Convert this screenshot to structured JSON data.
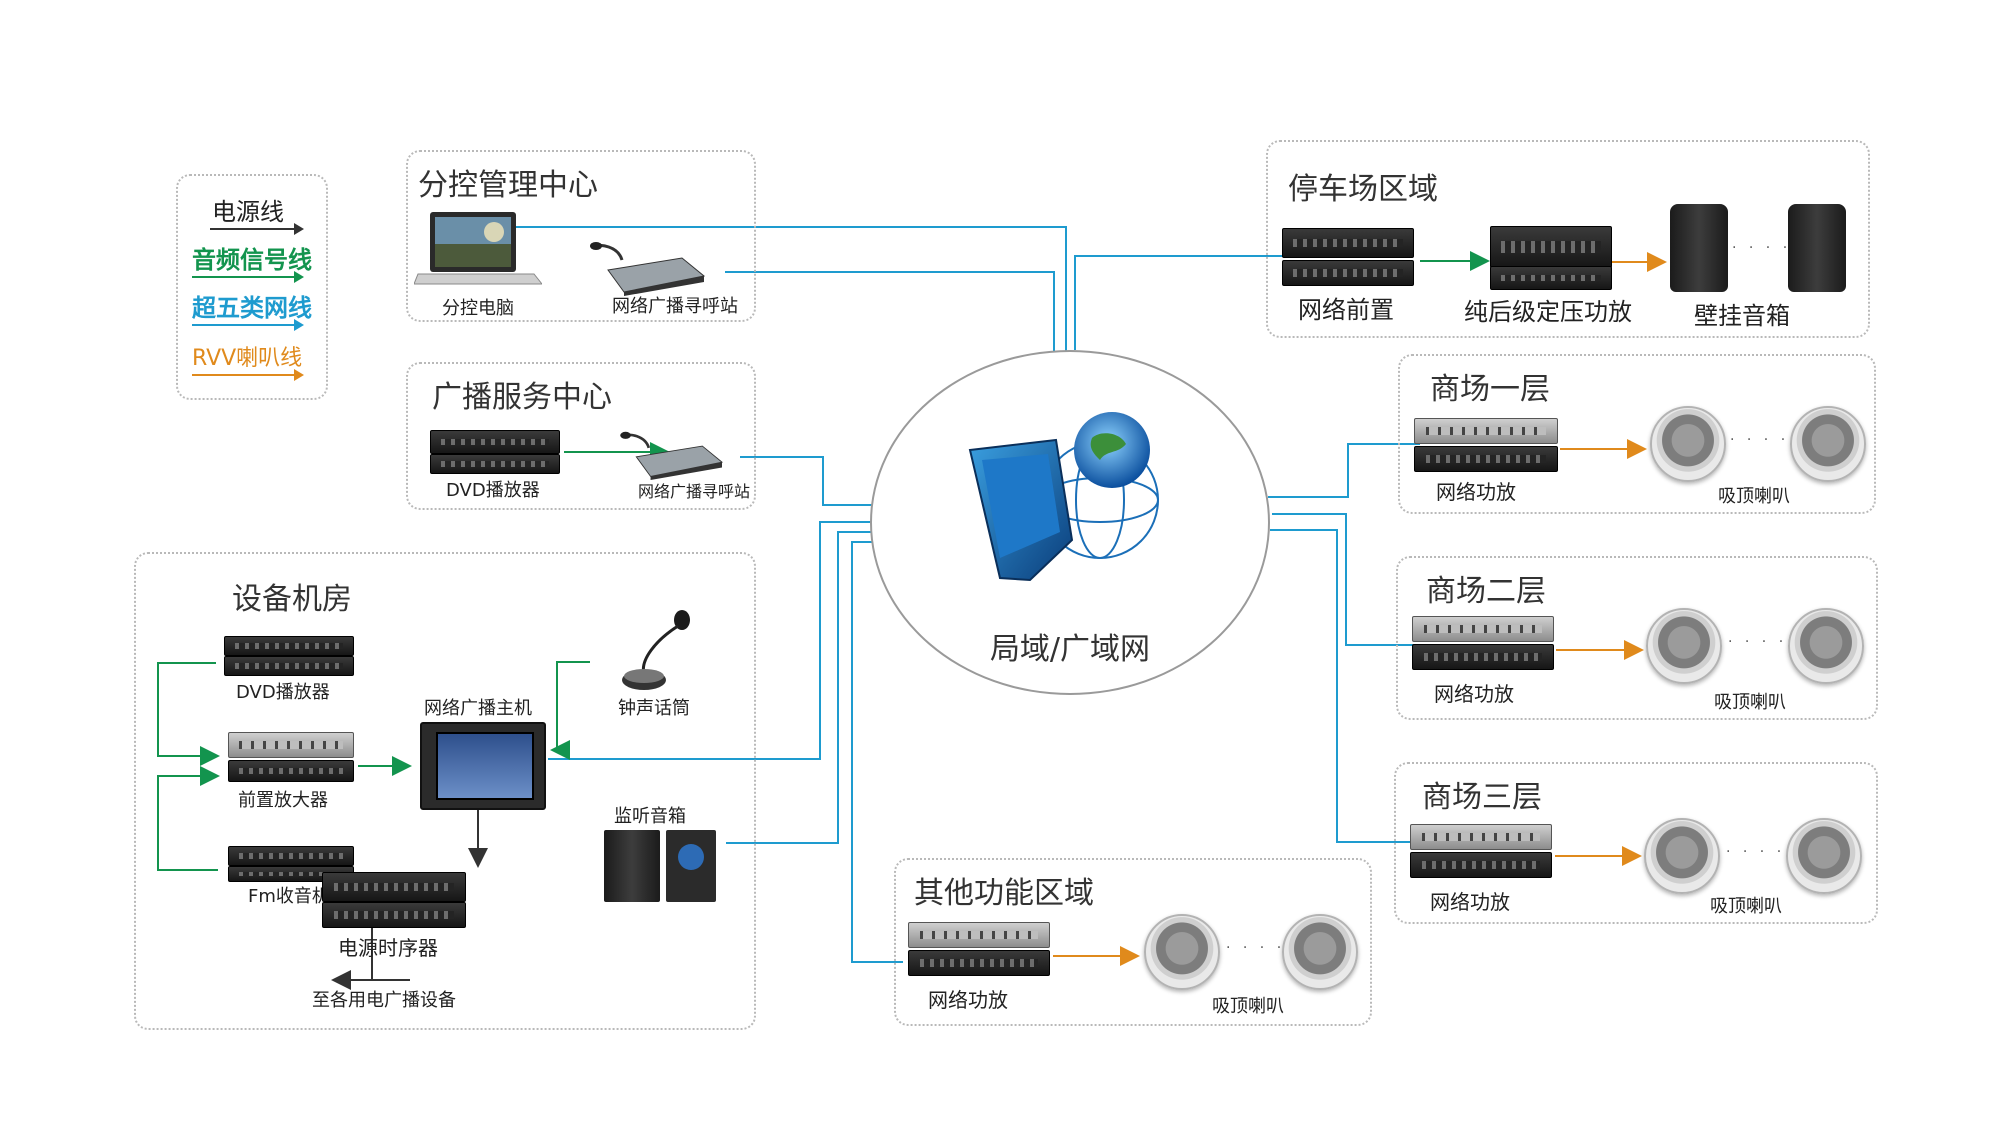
{
  "legend": {
    "power": {
      "label": "电源线",
      "color": "#333333"
    },
    "audio": {
      "label": "音频信号线",
      "color": "#13944e"
    },
    "cat5": {
      "label": "超五类网线",
      "color": "#1e9bcf"
    },
    "rvv": {
      "label": "RVV喇叭线",
      "color": "#e08a1c"
    }
  },
  "center": {
    "label": "局域/广域网"
  },
  "zones": {
    "branch_control": {
      "title": "分控管理中心",
      "pc": "分控电脑",
      "paging": "网络广播寻呼站"
    },
    "broadcast_service": {
      "title": "广播服务中心",
      "dvd": "DVD播放器",
      "paging": "网络广播寻呼站"
    },
    "equipment_room": {
      "title": "设备机房",
      "dvd": "DVD播放器",
      "preamp": "前置放大器",
      "fm": "Fm收音机",
      "host": "网络广播主机",
      "chime_mic": "钟声话筒",
      "monitor": "监听音箱",
      "sequencer": "电源时序器",
      "to_devices": "至各用电广播设备"
    },
    "parking": {
      "title": "停车场区域",
      "front": "网络前置",
      "amp": "纯后级定压功放",
      "speaker": "壁挂音箱"
    },
    "mall_1": {
      "title": "商场一层",
      "amp": "网络功放",
      "speaker": "吸顶喇叭"
    },
    "mall_2": {
      "title": "商场二层",
      "amp": "网络功放",
      "speaker": "吸顶喇叭"
    },
    "mall_3": {
      "title": "商场三层",
      "amp": "网络功放",
      "speaker": "吸顶喇叭"
    },
    "other": {
      "title": "其他功能区域",
      "amp": "网络功放",
      "speaker": "吸顶喇叭"
    }
  },
  "ellipsis": "· · · · ·"
}
